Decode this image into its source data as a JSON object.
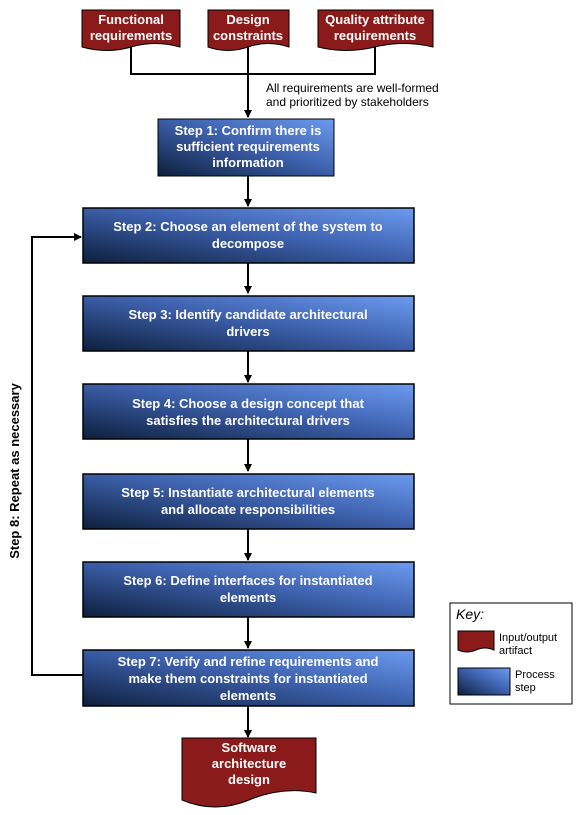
{
  "inputs": [
    {
      "lines": [
        "Functional",
        "requirements"
      ]
    },
    {
      "lines": [
        "Design",
        "constraints"
      ]
    },
    {
      "lines": [
        "Quality attribute",
        "requirements"
      ]
    }
  ],
  "input_note": [
    "All requirements are well-formed",
    "and prioritized by stakeholders"
  ],
  "steps": [
    {
      "lines": [
        "Step 1: Confirm there is",
        "sufficient requirements",
        "information"
      ]
    },
    {
      "lines": [
        "Step 2: Choose an element of the system to",
        "decompose"
      ]
    },
    {
      "lines": [
        "Step 3: Identify candidate architectural",
        "drivers"
      ]
    },
    {
      "lines": [
        "Step 4: Choose a design concept that",
        "satisfies the architectural drivers"
      ]
    },
    {
      "lines": [
        "Step 5: Instantiate architectural elements",
        "and allocate responsibilities"
      ]
    },
    {
      "lines": [
        "Step 6: Define interfaces for instantiated",
        "elements"
      ]
    },
    {
      "lines": [
        "Step 7: Verify and refine requirements and",
        "make them constraints for instantiated",
        "elements"
      ]
    }
  ],
  "loop_label": "Step 8: Repeat as necessary",
  "output": {
    "lines": [
      "Software",
      "architecture",
      "design"
    ]
  },
  "key": {
    "title": "Key:",
    "artifact_label": [
      "Input/output",
      "artifact"
    ],
    "process_label": [
      "Process",
      "step"
    ]
  },
  "colors": {
    "artifact": "#8b1a1a",
    "step_dark": "#0d1f3c",
    "step_light": "#6d9bf0"
  }
}
